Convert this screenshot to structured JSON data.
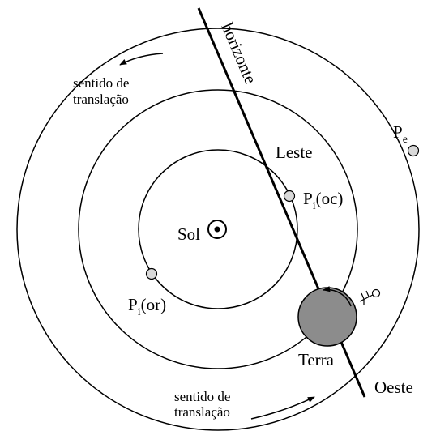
{
  "labels": {
    "horizon": "horizonte",
    "east": "Leste",
    "west": "Oeste",
    "sun": "Sol",
    "earth": "Terra",
    "pi_oc_main": "P",
    "pi_oc_sub": "i",
    "pi_oc_suffix": "(oc)",
    "pi_or_main": "P",
    "pi_or_sub": "i",
    "pi_or_suffix": "(or)",
    "pe_main": "P",
    "pe_sub": "e",
    "translation_top_line1": "sentido de",
    "translation_top_line2": "translação",
    "translation_bottom_line1": "sentido de",
    "translation_bottom_line2": "translação"
  },
  "colors": {
    "line": "#000000",
    "planet_fill": "#d9d9d9",
    "earth_fill": "#8c8c8c"
  }
}
